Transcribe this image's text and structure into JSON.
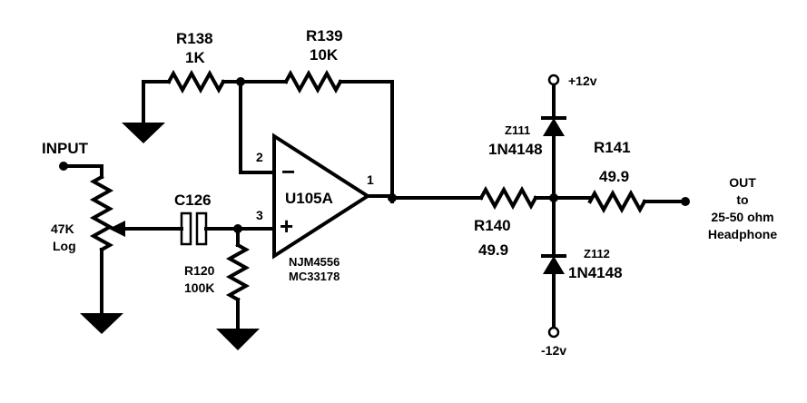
{
  "input_label": "INPUT",
  "pot": {
    "value": "47K",
    "taper": "Log"
  },
  "capacitor": {
    "ref": "C126"
  },
  "r120": {
    "ref": "R120",
    "value": "100K"
  },
  "r138": {
    "ref": "R138",
    "value": "1K"
  },
  "r139": {
    "ref": "R139",
    "value": "10K"
  },
  "r140": {
    "ref": "R140",
    "value": "49.9"
  },
  "r141": {
    "ref": "R141",
    "value": "49.9"
  },
  "opamp": {
    "ref": "U105A",
    "parts": [
      "NJM4556",
      "MC33178"
    ],
    "pin_inv": "2",
    "pin_noninv": "3",
    "pin_out": "1",
    "minus_sign": "−",
    "plus_sign": "+"
  },
  "z111": {
    "ref": "Z111",
    "part": "1N4148"
  },
  "z112": {
    "ref": "Z112",
    "part": "1N4148"
  },
  "supply_pos": "+12v",
  "supply_neg": "-12v",
  "output_label": [
    "OUT",
    "to",
    "25-50 ohm",
    "Headphone"
  ]
}
